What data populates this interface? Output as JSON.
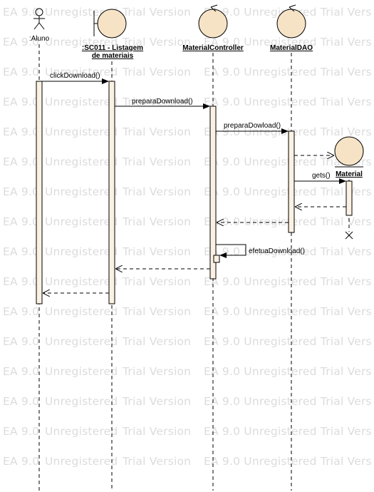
{
  "watermark": {
    "text_a": "EA 9.0",
    "text_b": "Unregistered",
    "text_c": "Trial Version",
    "text_d": "EA 9.0 Unregistered Trial Vers"
  },
  "lifelines": {
    "aluno": {
      "label": ":Aluno",
      "kind": "actor"
    },
    "listagem": {
      "label_line1": ":SC011 - Listagem",
      "label_line2": "de materiais",
      "kind": "boundary"
    },
    "controller": {
      "label": "MaterialController",
      "kind": "control"
    },
    "dao": {
      "label": "MaterialDAO",
      "kind": "control"
    },
    "material": {
      "label": "Material",
      "kind": "entity"
    }
  },
  "messages": {
    "m1": "clickDownload()",
    "m2": "preparaDownload()",
    "m3": "preparaDowload()",
    "m4": "gets()",
    "m5": "efetuaDownload()"
  },
  "colors": {
    "activation_fill": "#fbf1e2",
    "head_fill": "#f6e3c6",
    "line": "#000000",
    "watermark": "#dcdcdc"
  }
}
